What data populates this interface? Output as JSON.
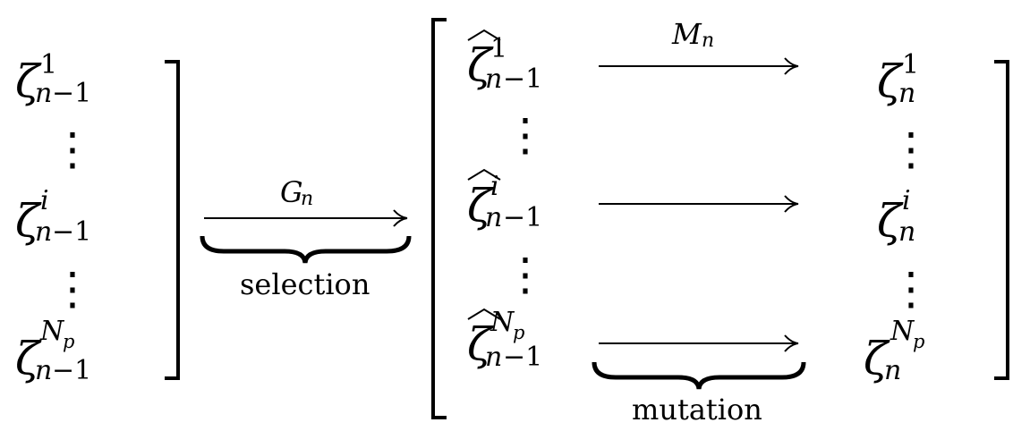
{
  "symbol": "ζ",
  "superscripts": {
    "first": "1",
    "middle": "i",
    "last": "N",
    "last_index": "p"
  },
  "sub_previous": {
    "letter": "n",
    "minus": "−1"
  },
  "sub_current": "n",
  "vdots": "⋮",
  "operators": {
    "selection": {
      "symbol": "G",
      "index": "n",
      "label": "selection"
    },
    "mutation": {
      "symbol": "M",
      "index": "n",
      "label": "mutation"
    }
  }
}
